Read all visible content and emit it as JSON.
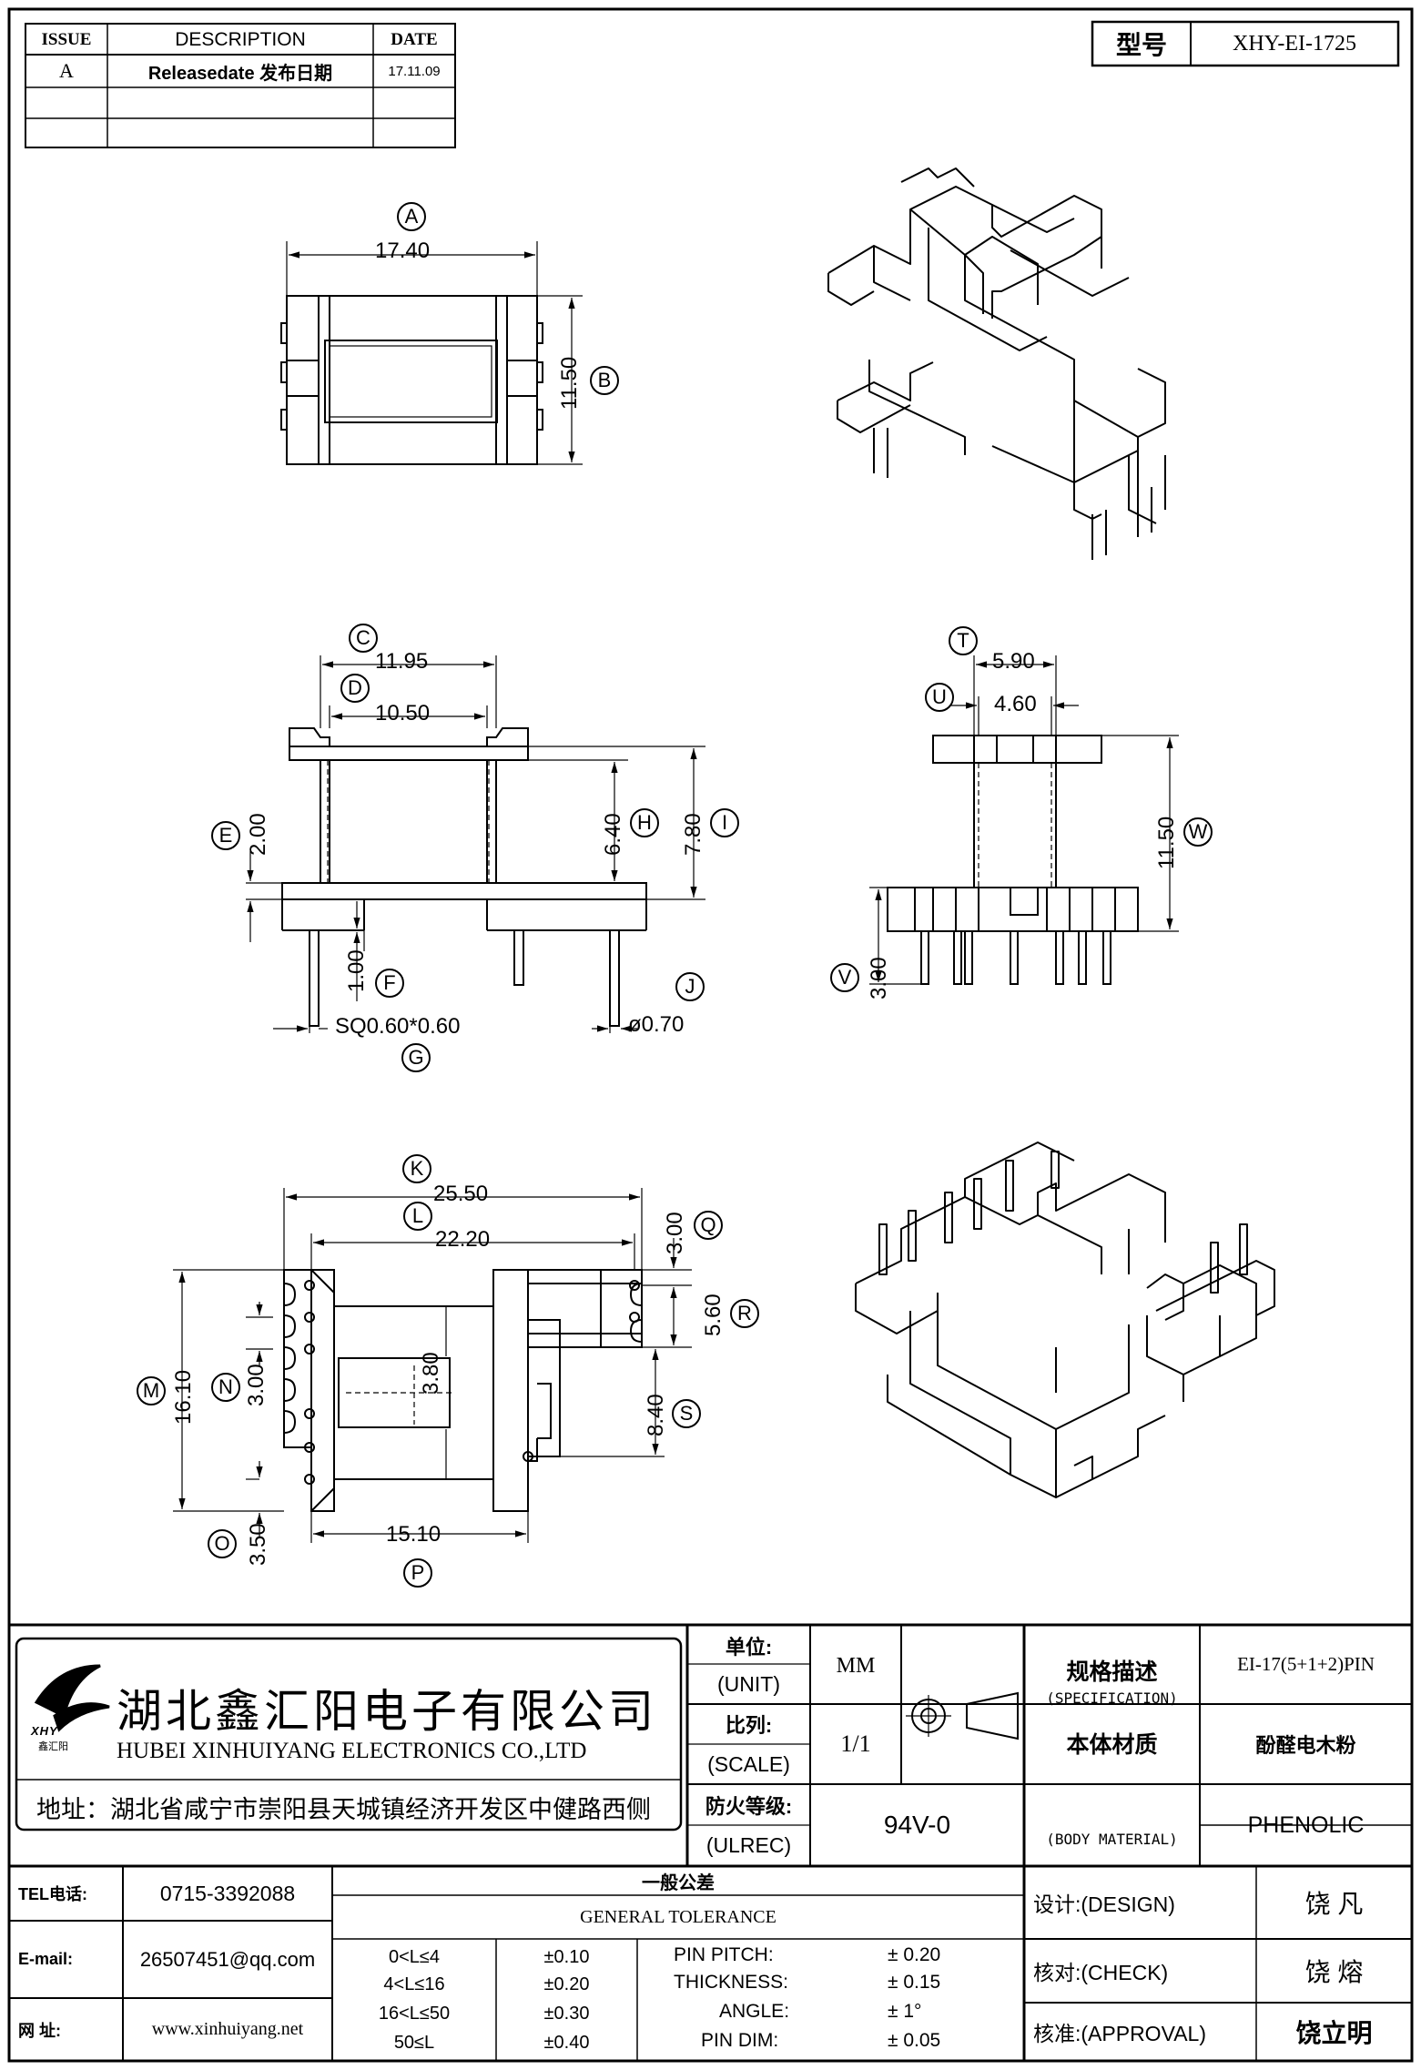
{
  "revision": {
    "headers": [
      "ISSUE",
      "DESCRIPTION",
      "DATE"
    ],
    "rows": [
      {
        "issue": "A",
        "description": "Releasedate 发布日期",
        "date": "17.11.09"
      },
      {
        "issue": "",
        "description": "",
        "date": ""
      },
      {
        "issue": "",
        "description": "",
        "date": ""
      }
    ]
  },
  "model": {
    "label": "型号",
    "value": "XHY-EI-1725"
  },
  "dims": {
    "A": {
      "letter": "A",
      "value": "17.40"
    },
    "B": {
      "letter": "B",
      "value": "11.50"
    },
    "C": {
      "letter": "C",
      "value": "11.95"
    },
    "D": {
      "letter": "D",
      "value": "10.50"
    },
    "E": {
      "letter": "E",
      "value": "2.00"
    },
    "F": {
      "letter": "F",
      "value": "1.00"
    },
    "G": {
      "letter": "G",
      "value": "SQ0.60*0.60"
    },
    "H": {
      "letter": "H",
      "value": "6.40"
    },
    "I": {
      "letter": "I",
      "value": "7.80"
    },
    "J": {
      "letter": "J",
      "value": "ø0.70"
    },
    "T": {
      "letter": "T",
      "value": "5.90"
    },
    "U": {
      "letter": "U",
      "value": "4.60"
    },
    "W": {
      "letter": "W",
      "value": "11.50"
    },
    "V": {
      "letter": "V",
      "value": "3.00"
    },
    "K": {
      "letter": "K",
      "value": "25.50"
    },
    "L": {
      "letter": "L",
      "value": "22.20"
    },
    "M": {
      "letter": "M",
      "value": "16.10"
    },
    "N": {
      "letter": "N",
      "value": "3.00"
    },
    "O": {
      "letter": "O",
      "value": "3.50"
    },
    "P": {
      "letter": "P",
      "value": "15.10"
    },
    "Q": {
      "letter": "Q",
      "value": "3.00"
    },
    "R": {
      "letter": "R",
      "value": "5.60"
    },
    "S": {
      "letter": "S",
      "value": "8.40"
    },
    "inner": {
      "value": "3.80"
    }
  },
  "company": {
    "logo_text": "XHY",
    "logo_sub": "鑫汇阳",
    "name_cn": "湖北鑫汇阳电子有限公司",
    "name_en": "HUBEI XINHUIYANG ELECTRONICS CO.,LTD",
    "address": "地址：湖北省咸宁市崇阳县天城镇经济开发区中健路西侧"
  },
  "titleblock": {
    "unit_cn": "单位:",
    "unit_en": "(UNIT)",
    "unit_val": "MM",
    "scale_cn": "比列:",
    "scale_en": "(SCALE)",
    "scale_val": "1/1",
    "ul_cn": "防火等级:",
    "ul_en": "(ULREC)",
    "ul_val": "94V-0",
    "spec_cn": "规格描述",
    "spec_en": "(SPECIFICATION)",
    "spec_val": "EI-17(5+1+2)PIN",
    "mat_cn": "本体材质",
    "mat_en": "(BODY MATERIAL)",
    "mat_val_cn": "酚醛电木粉",
    "mat_val_en": "PHENOLIC",
    "tel_label": "TEL电话:",
    "tel": "0715-3392088",
    "email_label": "E-mail:",
    "email": "26507451@qq.com",
    "web_label": "网  址:",
    "web": "www.xinhuiyang.net",
    "tol_cn": "一般公差",
    "tol_en": "GENERAL TOLERANCE",
    "tol_rows": [
      {
        "range": "0<L≤4",
        "tol": "±0.10"
      },
      {
        "range": "4<L≤16",
        "tol": "±0.20"
      },
      {
        "range": "16<L≤50",
        "tol": "±0.30"
      },
      {
        "range": "50≤L",
        "tol": "±0.40"
      }
    ],
    "tol_extra": [
      {
        "label": "PIN PITCH:",
        "val": "± 0.20"
      },
      {
        "label": "THICKNESS:",
        "val": "± 0.15"
      },
      {
        "label": "ANGLE:",
        "val": "± 1°"
      },
      {
        "label": "PIN DIM:",
        "val": "± 0.05"
      }
    ],
    "design_label": "设计:(DESIGN)",
    "design_name": "饶  凡",
    "check_label": "核对:(CHECK)",
    "check_name": "饶  熔",
    "approval_label": "核准:(APPROVAL)",
    "approval_name": "饶立明"
  }
}
